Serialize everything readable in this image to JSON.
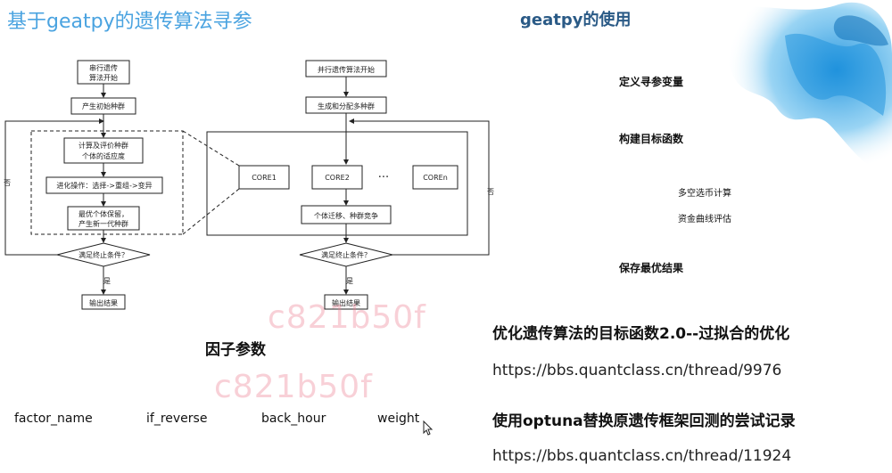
{
  "title": "基于geatpy的遗传算法寻参",
  "right": {
    "title": "geatpy的使用",
    "items": [
      "定义寻参变量",
      "构建目标函数",
      "多空选币计算",
      "资金曲线评估",
      "保存最优结果"
    ]
  },
  "flow_left": {
    "start": [
      "串行遗传",
      "算法开始"
    ],
    "init": "产生初始种群",
    "eval": [
      "计算及评价种群",
      "个体的适应度"
    ],
    "evolve": "进化操作：选择->重组->变异",
    "keep": [
      "最优个体保留，",
      "产生新一代种群"
    ],
    "cond": "满足终止条件？",
    "yes": "是",
    "no": "否",
    "end": "输出结果"
  },
  "flow_right": {
    "start": "并行遗传算法开始",
    "gen": "生成和分配多种群",
    "core1": "CORE1",
    "core2": "CORE2",
    "dots": "···",
    "coren": "COREn",
    "migrate": "个体迁移、种群竞争",
    "cond": "满足终止条件？",
    "yes": "是",
    "no": "否",
    "end": "输出结果"
  },
  "watermark": "c821b50f",
  "factor": {
    "title": "因子参数",
    "columns": [
      "factor_name",
      "if_reverse",
      "back_hour",
      "weight"
    ]
  },
  "links": [
    {
      "title": "优化遗传算法的目标函数2.0--过拟合的优化",
      "url": "https://bbs.quantclass.cn/thread/9976"
    },
    {
      "title": "使用optuna替换原遗传框架回测的尝试记录",
      "url": "https://bbs.quantclass.cn/thread/11924"
    }
  ],
  "colors": {
    "title": "#4aa3e0",
    "right_title": "#2a5a86",
    "splash": "#1e90d8"
  }
}
